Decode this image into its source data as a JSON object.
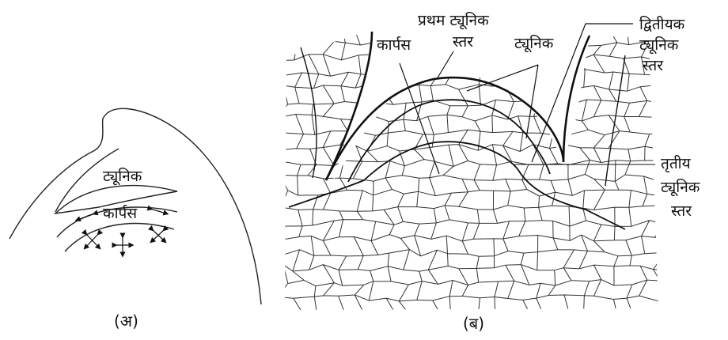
{
  "figure_a": {
    "caption": "(अ)",
    "label_tunica": "ट्यूनिक",
    "label_corpus": "कार्पस"
  },
  "figure_b": {
    "caption": "(ब)",
    "label_first_tunica": "प्रथम ट्यूनिक",
    "label_first_tunica_2": "स्तर",
    "label_corpus": "कार्पस",
    "label_tunica": "ट्यूनिक",
    "label_second_tunica_1": "द्वितीयक",
    "label_second_tunica_2": "ट्यूनिक",
    "label_second_tunica_3": "स्तर",
    "label_third_tunica_1": "तृतीय",
    "label_third_tunica_2": "ट्यूनिक",
    "label_third_tunica_3": "स्तर"
  }
}
